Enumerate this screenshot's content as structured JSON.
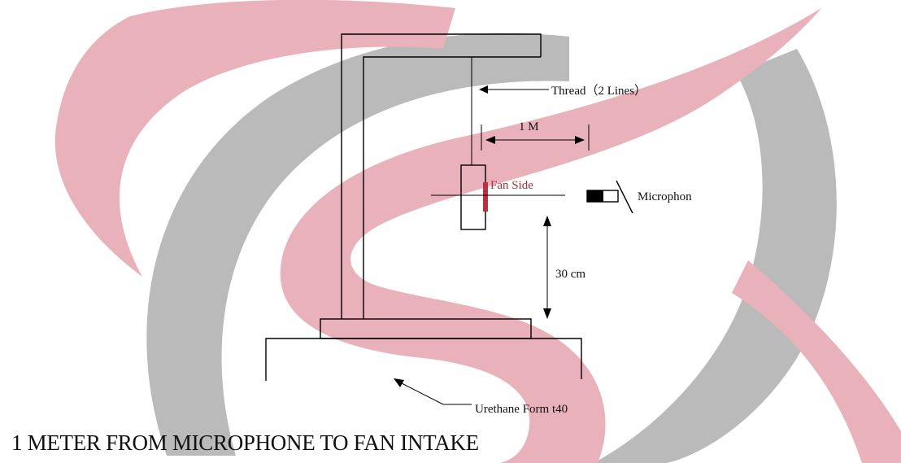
{
  "labels": {
    "thread": "Thread（2 Lines）",
    "distance": "1 M",
    "fan_side": "Fan Side",
    "microphone": "Microphon",
    "height": "30 cm",
    "foam": "Urethane Form t40"
  },
  "caption": "1 METER FROM MICROPHONE TO FAN INTAKE",
  "colors": {
    "watermark_pink": "#e7a9b3",
    "watermark_gray": "#b3b3b3",
    "accent_red": "#b0303a",
    "ink": "#000000"
  }
}
